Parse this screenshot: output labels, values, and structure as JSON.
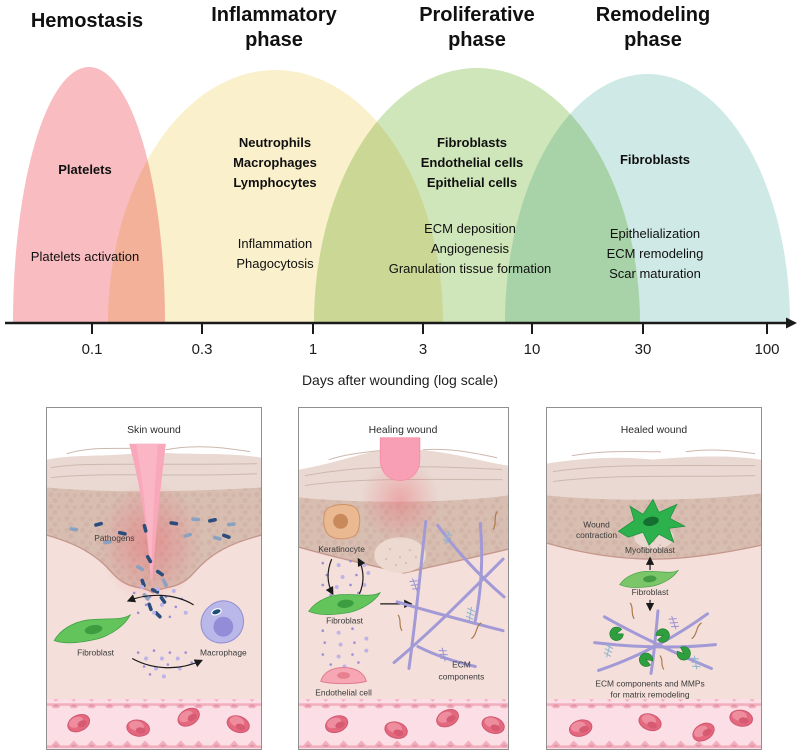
{
  "figure": {
    "phases": [
      {
        "title": "Hemostasis",
        "cells": "Platelets",
        "processes": "Platelets activation",
        "color": "#f8bcc1"
      },
      {
        "title": "Inflammatory phase",
        "cells": "Neutrophils\nMacrophages\nLymphocytes",
        "processes": "Inflammation\nPhagocytosis",
        "color": "#faf0cc"
      },
      {
        "title": "Proliferative phase",
        "cells": "Fibroblasts\nEndothelial cells\nEpithelial cells",
        "processes": "ECM deposition\nAngiogenesis\nGranulation tissue formation",
        "color": "#cfe5ba"
      },
      {
        "title": "Remodeling phase",
        "cells": "Fibroblasts",
        "processes": "Epithelialization\nECM remodeling\nScar maturation",
        "color": "#cfeae6"
      }
    ],
    "axis": {
      "ticks": [
        "0.1",
        "0.3",
        "1",
        "3",
        "10",
        "30",
        "100"
      ],
      "label": "Days after wounding (log scale)"
    }
  },
  "panels": [
    {
      "title": "Skin wound",
      "labels": {
        "pathogens": "Pathogens",
        "fibroblast": "Fibroblast",
        "macrophage": "Macrophage"
      }
    },
    {
      "title": "Healing wound",
      "labels": {
        "keratinocyte": "Keratinocyte",
        "fibroblast": "Fibroblast",
        "ecm": [
          "ECM",
          "components"
        ],
        "endothelial": "Endothelial cell"
      }
    },
    {
      "title": "Healed wound",
      "labels": {
        "contraction": [
          "Wound",
          "contraction"
        ],
        "myofibroblast": "Myofibroblast",
        "fibroblast": "Fibroblast",
        "ecm": [
          "ECM components and MMPs",
          "for matrix remodeling"
        ]
      }
    }
  ],
  "chart_data": {
    "type": "area",
    "title": "Wound healing phases over time",
    "xlabel": "Days after wounding (log scale)",
    "x_scale": "log",
    "x_ticks": [
      0.1,
      0.3,
      1,
      3,
      10,
      30,
      100
    ],
    "series": [
      {
        "name": "Hemostasis",
        "peak_day": 0.08,
        "span_days": [
          0.03,
          0.4
        ],
        "key_cells": [
          "Platelets"
        ],
        "processes": [
          "Platelets activation"
        ],
        "color": "#f8bcc1"
      },
      {
        "name": "Inflammatory phase",
        "peak_day": 0.7,
        "span_days": [
          0.07,
          4
        ],
        "key_cells": [
          "Neutrophils",
          "Macrophages",
          "Lymphocytes"
        ],
        "processes": [
          "Inflammation",
          "Phagocytosis"
        ],
        "color": "#faf0cc"
      },
      {
        "name": "Proliferative phase",
        "peak_day": 5,
        "span_days": [
          1,
          30
        ],
        "key_cells": [
          "Fibroblasts",
          "Endothelial cells",
          "Epithelial cells"
        ],
        "processes": [
          "ECM deposition",
          "Angiogenesis",
          "Granulation tissue formation"
        ],
        "color": "#cfe5ba"
      },
      {
        "name": "Remodeling phase",
        "peak_day": 40,
        "span_days": [
          8,
          150
        ],
        "key_cells": [
          "Fibroblasts"
        ],
        "processes": [
          "Epithelialization",
          "ECM remodeling",
          "Scar maturation"
        ],
        "color": "#cfeae6"
      }
    ]
  }
}
